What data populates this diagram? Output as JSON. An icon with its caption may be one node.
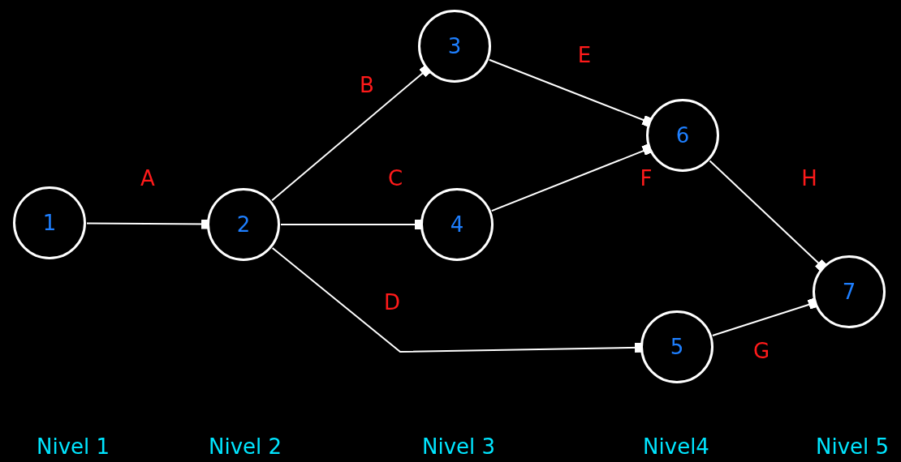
{
  "diagram": {
    "nodes": [
      {
        "text": [
          "1"
        ]
      },
      {
        "text": [
          "2"
        ]
      },
      {
        "text": [
          "3"
        ]
      },
      {
        "text": [
          "4"
        ]
      },
      {
        "text": [
          "5"
        ]
      },
      {
        "text": [
          "6"
        ]
      },
      {
        "text": [
          "7"
        ]
      }
    ],
    "edges": [
      {
        "from": 0,
        "to": 1,
        "arrow": "other",
        "label": "A"
      },
      {
        "from": 1,
        "to": 2,
        "arrow": "other",
        "label": "B"
      },
      {
        "from": 1,
        "to": 3,
        "arrow": "other",
        "label": "C"
      },
      {
        "from": 1,
        "to": 4,
        "arrow": "other",
        "label": "D"
      },
      {
        "from": 2,
        "to": 5,
        "arrow": "other",
        "label": "E"
      },
      {
        "from": 3,
        "to": 5,
        "arrow": "other",
        "label": "F"
      },
      {
        "from": 4,
        "to": 6,
        "arrow": "other",
        "label": "G"
      },
      {
        "from": 5,
        "to": 6,
        "arrow": "other",
        "label": "H"
      }
    ],
    "labels": [
      "Nivel 1",
      "Nivel 2",
      "Nivel 3",
      "Nivel4",
      "Nivel 5"
    ]
  }
}
